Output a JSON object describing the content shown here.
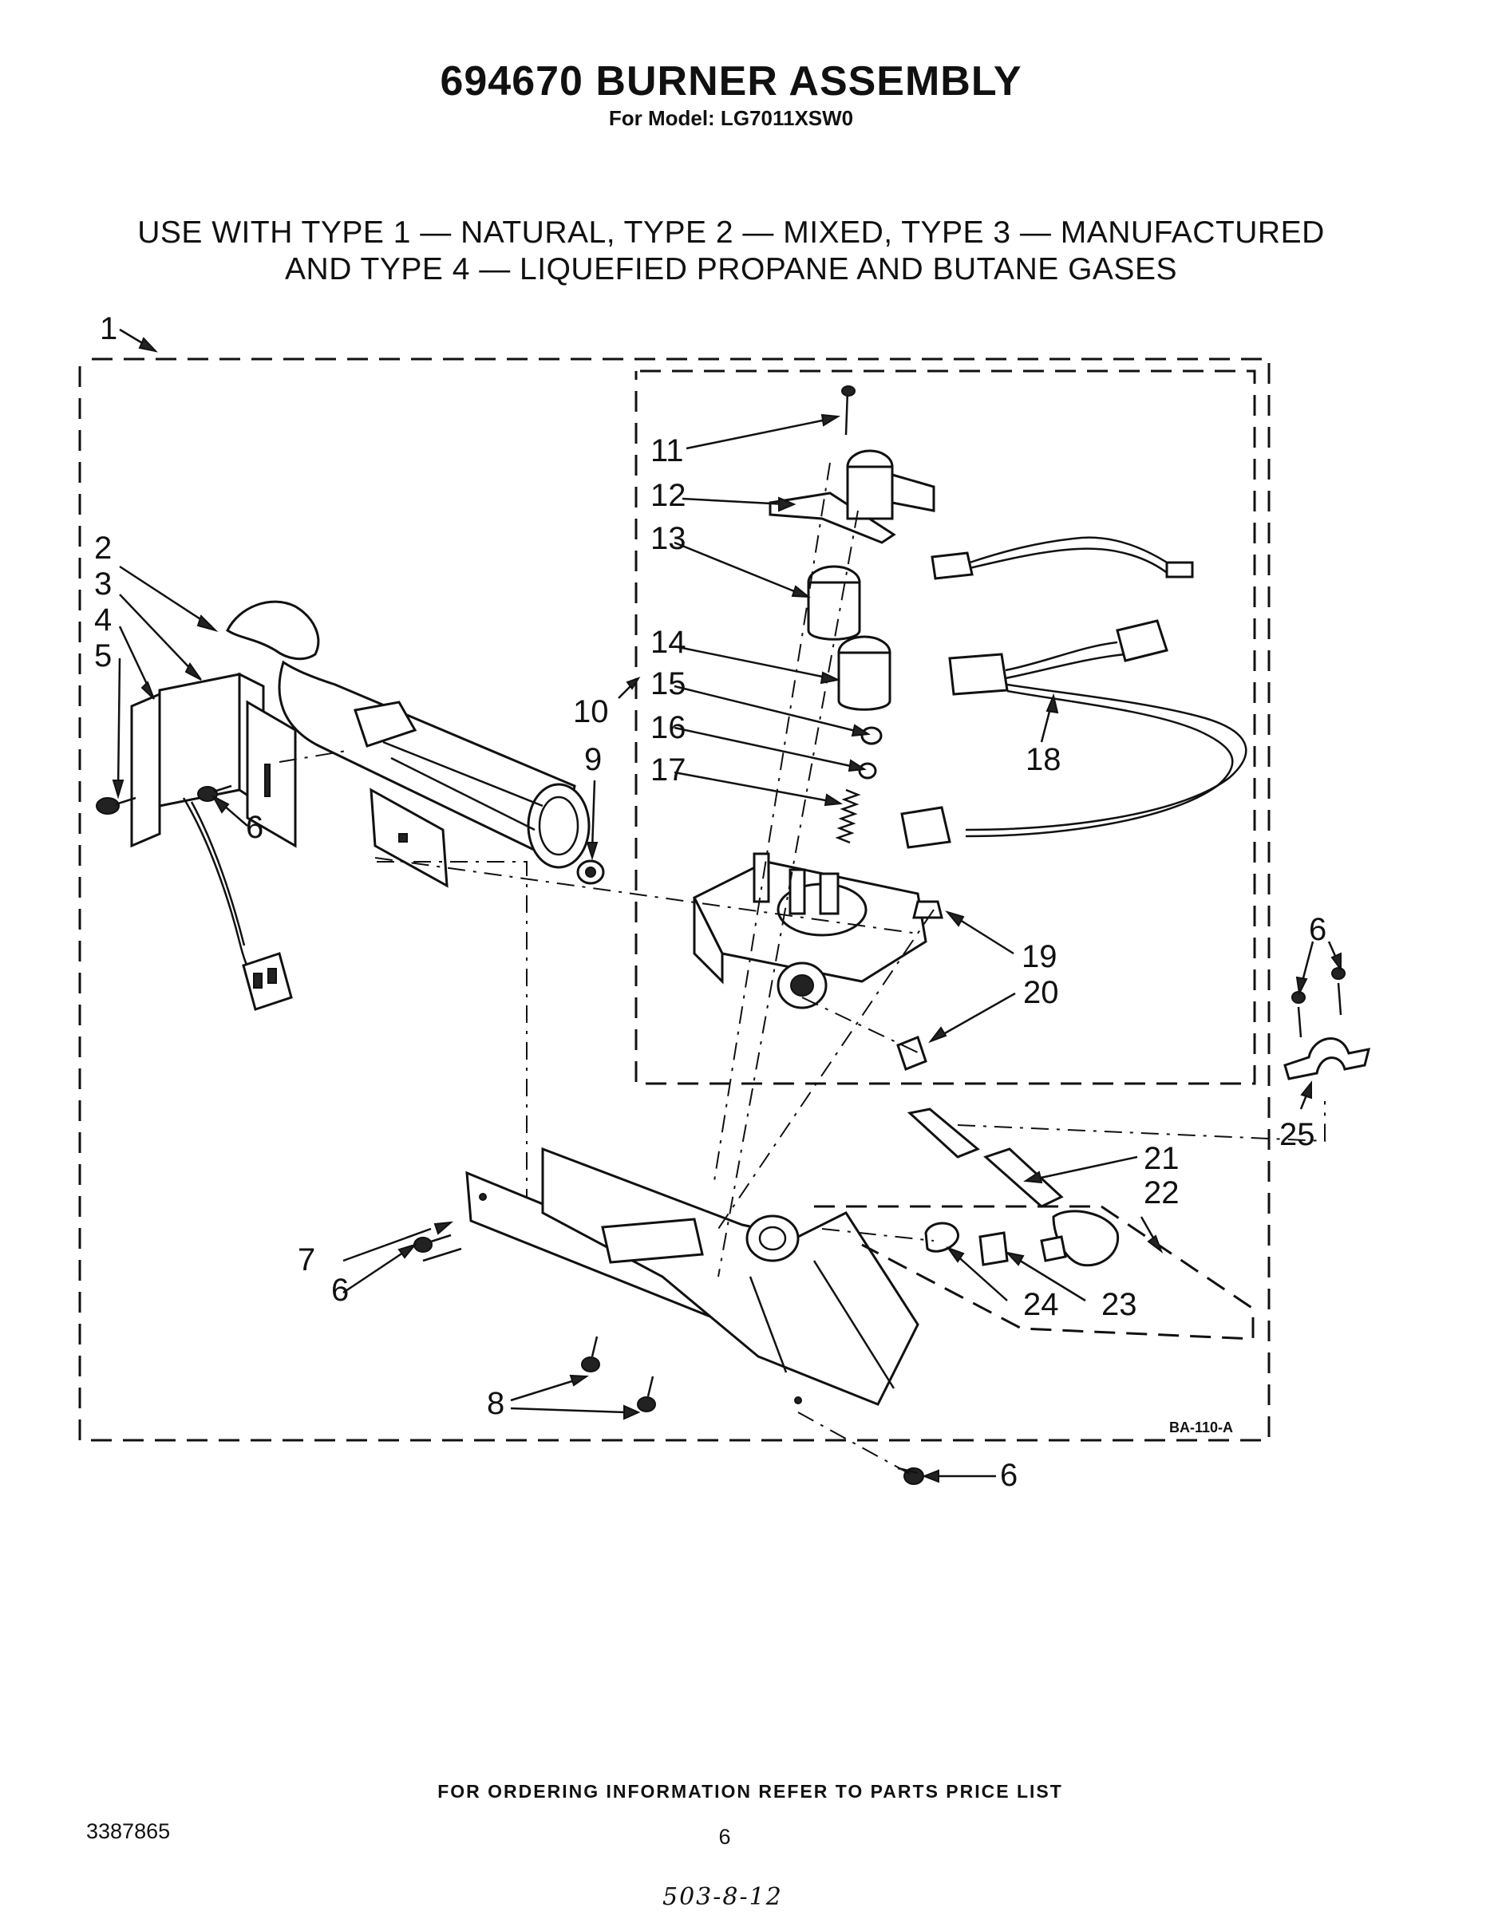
{
  "header": {
    "title": "694670 BURNER ASSEMBLY",
    "model_line": "For Model: LG7011XSW0",
    "gas_line_1": "USE WITH TYPE 1 — NATURAL, TYPE 2 — MIXED, TYPE 3 — MANUFACTURED",
    "gas_line_2": "AND TYPE 4 — LIQUEFIED PROPANE AND BUTANE GASES"
  },
  "diagram": {
    "figure_code": "BA-110-A",
    "callouts": [
      "1",
      "2",
      "3",
      "4",
      "5",
      "6",
      "7",
      "8",
      "9",
      "10",
      "11",
      "12",
      "13",
      "14",
      "15",
      "16",
      "17",
      "18",
      "19",
      "20",
      "21",
      "22",
      "23",
      "24",
      "25"
    ]
  },
  "footer": {
    "ordering_note": "FOR ORDERING INFORMATION REFER TO PARTS PRICE LIST",
    "part_number": "3387865",
    "page_number": "6",
    "handwritten_note": "503-8-12"
  }
}
